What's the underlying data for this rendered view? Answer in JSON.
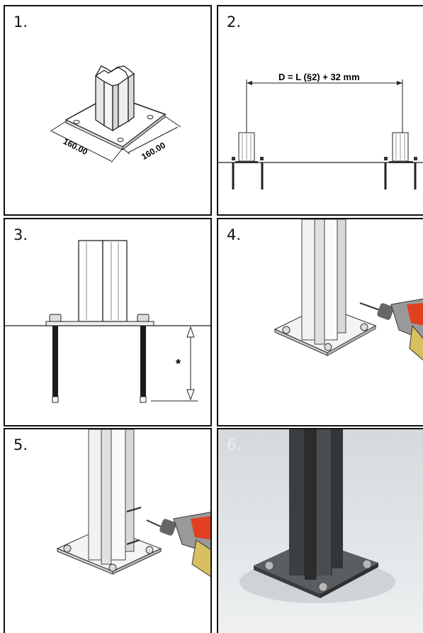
{
  "steps": [
    {
      "number": "1."
    },
    {
      "number": "2."
    },
    {
      "number": "3."
    },
    {
      "number": "4."
    },
    {
      "number": "5."
    },
    {
      "number": "6."
    }
  ],
  "step1": {
    "dim_left": "160.00",
    "dim_right": "160.00"
  },
  "step2": {
    "formula": "D = L (§2) + 32 mm"
  },
  "step3": {
    "depth_marker": "*"
  }
}
